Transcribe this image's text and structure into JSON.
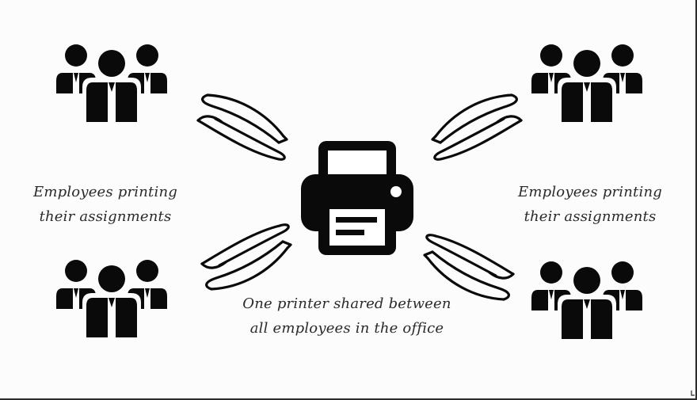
{
  "diagram": {
    "left_caption": [
      "Employees printing",
      "their assignments"
    ],
    "right_caption": [
      "Employees printing",
      "their assignments"
    ],
    "center_caption": [
      "One printer shared between",
      "all employees in the office"
    ]
  },
  "icons": {
    "people_groups": [
      "people-group-icon",
      "people-group-icon",
      "people-group-icon",
      "people-group-icon"
    ],
    "arrows": [
      "double-arrow-icon",
      "double-arrow-icon",
      "double-arrow-icon",
      "double-arrow-icon"
    ],
    "printer": "printer-icon"
  },
  "colors": {
    "icon": "#0a0a0a",
    "text": "#2a2a2a",
    "background": "#fdfcfd"
  }
}
